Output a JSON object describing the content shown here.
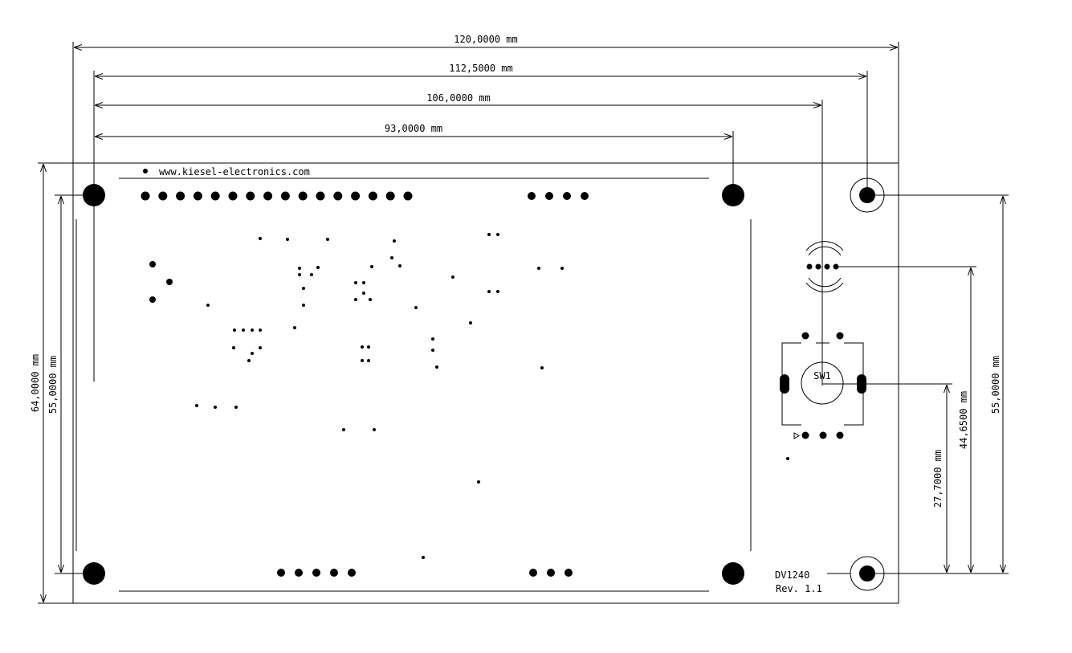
{
  "board": {
    "url": "www.kiesel-electronics.com",
    "name": "DV1240",
    "revision": "Rev. 1.1",
    "switch_ref": "SW1"
  },
  "dimensions": {
    "overall_width": "120,0000 mm",
    "mount_span": "112,5000 mm",
    "led_span": "106,0000 mm",
    "display_span": "93,0000 mm",
    "overall_height": "64,0000 mm",
    "left_mount_height": "55,0000 mm",
    "right_mount_height": "55,0000 mm",
    "led_height": "44,6500 mm",
    "switch_height": "27,7000 mm"
  },
  "colors": {
    "ink": "#000000",
    "paper": "#ffffff"
  }
}
